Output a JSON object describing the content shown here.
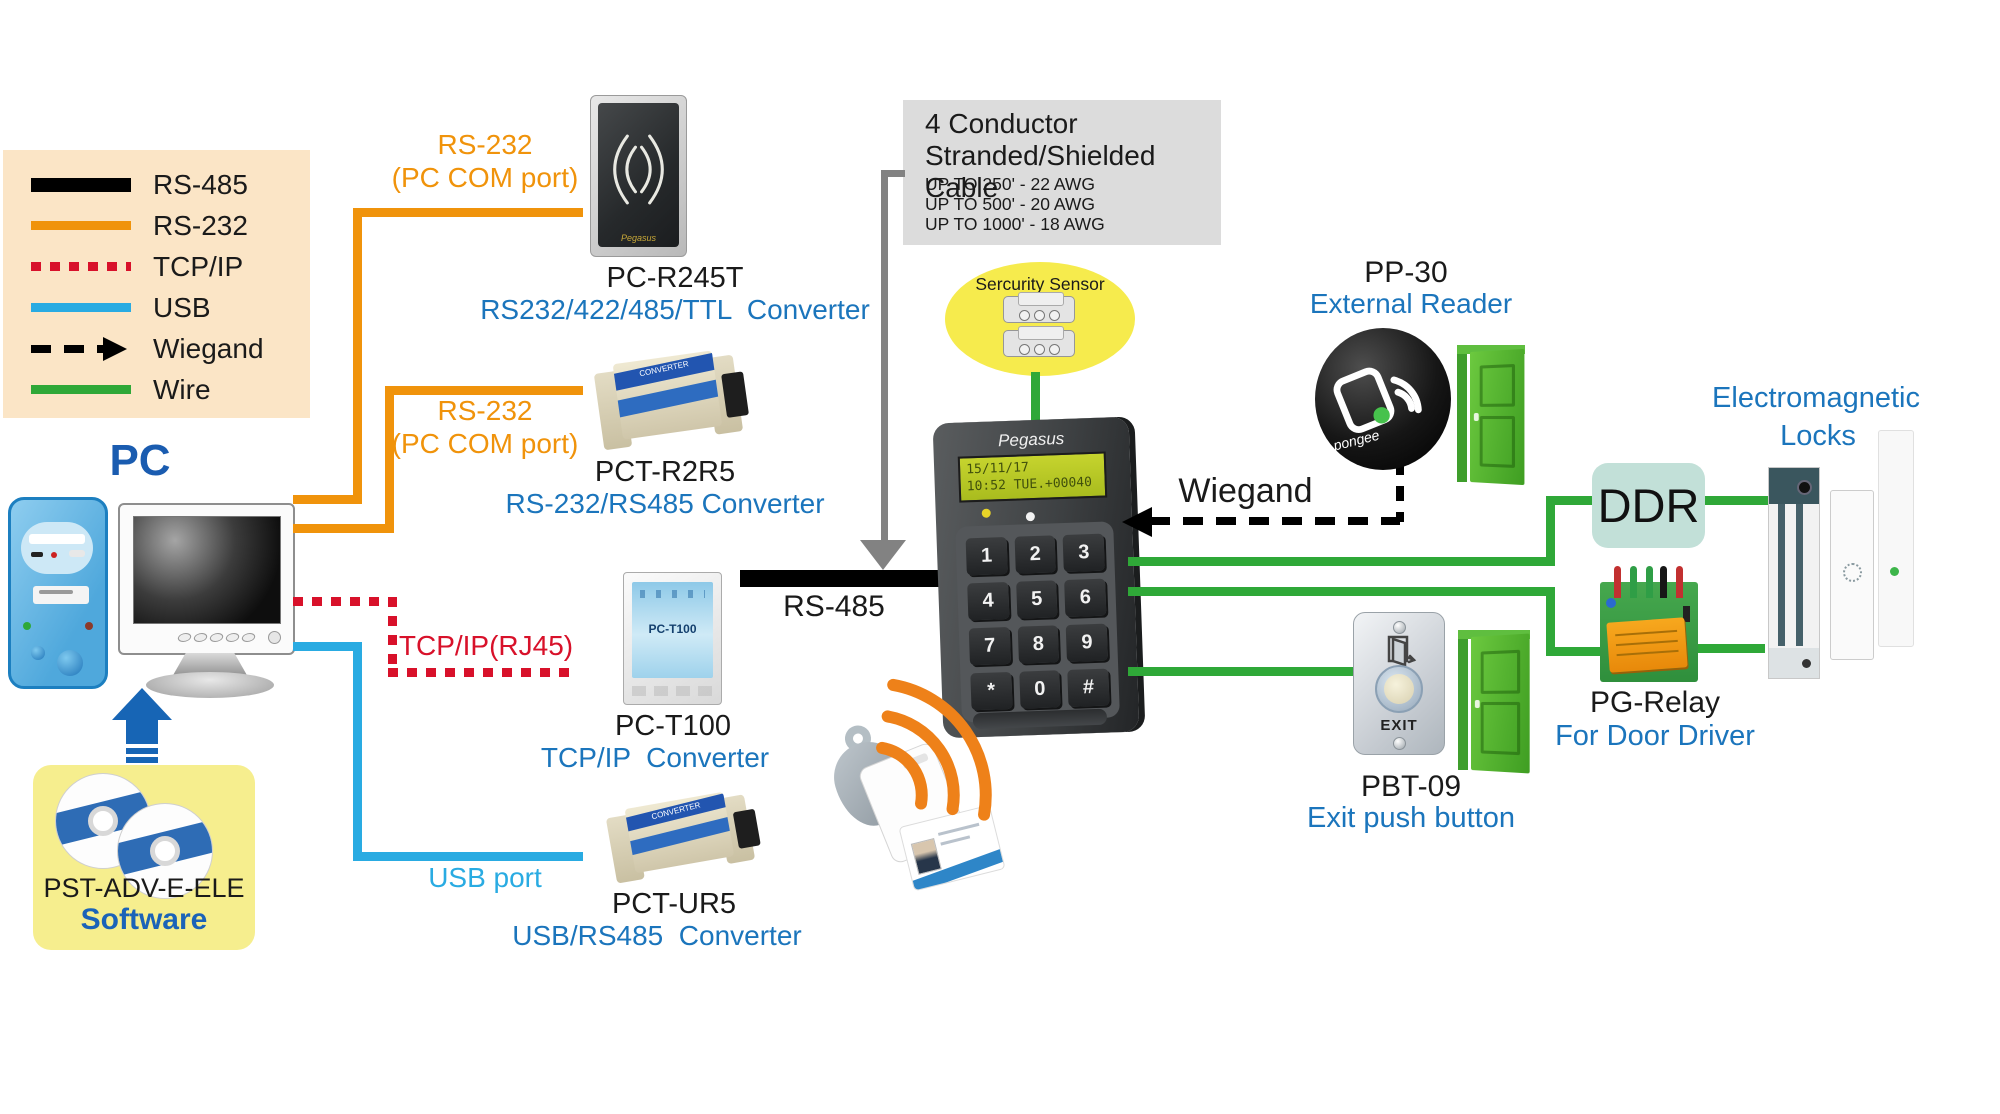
{
  "legend": {
    "items": [
      {
        "label": "RS-485",
        "style": "solid-black"
      },
      {
        "label": "RS-232",
        "style": "solid-orange"
      },
      {
        "label": "TCP/IP",
        "style": "dotted-red"
      },
      {
        "label": "USB",
        "style": "solid-cyan"
      },
      {
        "label": "Wiegand",
        "style": "dashed-arrow-black"
      },
      {
        "label": "Wire",
        "style": "solid-green"
      }
    ]
  },
  "pc": {
    "label": "PC"
  },
  "software": {
    "name": "PST-ADV-E-ELE",
    "label": "Software"
  },
  "links": {
    "rs232_a": {
      "line1": "RS-232",
      "line2": "(PC COM port)"
    },
    "rs232_b": {
      "line1": "RS-232",
      "line2": "(PC COM port)"
    },
    "tcpip": {
      "label": "TCP/IP(RJ45)"
    },
    "usb": {
      "label": "USB port"
    },
    "rs485": {
      "label": "RS-485"
    },
    "wiegand": {
      "label": "Wiegand"
    }
  },
  "cable_note": {
    "title1": "4 Conductor",
    "title2": "Stranded/Shielded Cable",
    "specs": [
      "UP TO 250' - 22 AWG",
      "UP TO 500' - 20 AWG",
      "UP TO 1000' - 18 AWG"
    ]
  },
  "sensor": {
    "label": "Sercurity Sensor"
  },
  "controller": {
    "brand": "Pegasus",
    "lcd_line1": "15/11/17",
    "lcd_line2": "10:52 TUE.+00040",
    "keys": [
      "1",
      "2",
      "3",
      "4",
      "5",
      "6",
      "7",
      "8",
      "9",
      "*",
      "0",
      "#"
    ]
  },
  "devices": {
    "pc_r245t": {
      "name": "PC-R245T",
      "desc": "RS232/422/485/TTL  Converter",
      "brand": "Pegasus"
    },
    "pct_r2r5": {
      "name": "PCT-R2R5",
      "desc": "RS-232/RS485 Converter",
      "sticker": "CONVERTER"
    },
    "pc_t100": {
      "name": "PC-T100",
      "desc": "TCP/IP  Converter",
      "panel": "PC-T100"
    },
    "pct_ur5": {
      "name": "PCT-UR5",
      "desc": "USB/RS485  Converter",
      "sticker": "CONVERTER"
    },
    "pp30": {
      "name": "PP-30",
      "desc": "External Reader",
      "brand": "pongee"
    },
    "ddr": {
      "label": "DDR"
    },
    "locks": {
      "line1": "Electromagnetic",
      "line2": "Locks"
    },
    "pg_relay": {
      "name": "PG-Relay",
      "desc": "For Door Driver"
    },
    "pbt09": {
      "name": "PBT-09",
      "desc": "Exit push button",
      "button": "EXIT"
    }
  },
  "colors": {
    "rs485_line": "#000000",
    "rs232_line": "#F0930B",
    "tcpip_line": "#D8112A",
    "usb_line": "#29ABE2",
    "wire_line": "#2FA838",
    "description_text": "#1B75BC",
    "pc_text": "#1A5CB0",
    "legend_bg": "#FBE5C6",
    "note_bg": "#DCDCDC",
    "sensor_bg": "#F6EB4D",
    "software_bg": "#F6EE8E",
    "ddr_bg": "#C2E0D8",
    "lcd_bg": "#B8CC28"
  }
}
